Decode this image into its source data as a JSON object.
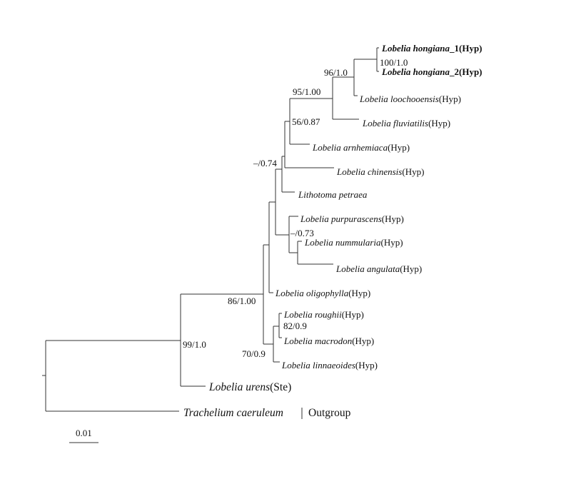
{
  "figure": {
    "type": "phylogenetic-tree",
    "line_color": "#333333",
    "text_color": "#111111"
  },
  "taxa": {
    "hongiana_1": {
      "italic": "Lobelia hongiana",
      "suffix": "_1(Hyp)",
      "bold": true
    },
    "hongiana_2": {
      "italic": "Lobelia hongiana",
      "suffix": "_2(Hyp)",
      "bold": true
    },
    "loochooensis": {
      "italic": "Lobelia loochooensis",
      "suffix": "(Hyp)"
    },
    "fluviatilis": {
      "italic": "Lobelia fluviatilis",
      "suffix": "(Hyp)"
    },
    "arnhemiaca": {
      "italic": "Lobelia arnhemiaca",
      "suffix": "(Hyp)"
    },
    "chinensis": {
      "italic": "Lobelia chinensis",
      "suffix": "(Hyp)"
    },
    "lithotoma": {
      "italic": "Lithotoma petraea",
      "suffix": ""
    },
    "purpurascens": {
      "italic": "Lobelia purpurascens",
      "suffix": "(Hyp)"
    },
    "nummularia": {
      "italic": "Lobelia nummularia",
      "suffix": "(Hyp)"
    },
    "angulata": {
      "italic": "Lobelia angulata",
      "suffix": "(Hyp)"
    },
    "oligophylla": {
      "italic": "Lobelia oligophylla",
      "suffix": "(Hyp)"
    },
    "roughii": {
      "italic": "Lobelia roughii",
      "suffix": "(Hyp)"
    },
    "macrodon": {
      "italic": "Lobelia macrodon",
      "suffix": "(Hyp)"
    },
    "linnaeoides": {
      "italic": "Lobelia linnaeoides",
      "suffix": "(Hyp)"
    },
    "urens": {
      "italic": "Lobelia urens",
      "suffix": "(Ste)"
    },
    "trachelium": {
      "italic": "Trachelium caeruleum",
      "suffix": ""
    }
  },
  "support": {
    "hongiana_clade": "100/1.0",
    "hongiana_loochooensis": "96/1.0",
    "with_fluviatilis": "95/1.00",
    "with_arnhemiaca": "56/0.87",
    "with_chinensis_lithotoma": "–/0.74",
    "purpurascens_clade": "–/0.73",
    "main_clade": "86/1.00",
    "roughii_macrodon": "82/0.9",
    "roughii_linnaeoides": "70/0.9",
    "lobelia_clade": "99/1.0"
  },
  "outgroup_label": "Outgroup",
  "scale_bar": {
    "label": "0.01",
    "value": 0.01
  }
}
